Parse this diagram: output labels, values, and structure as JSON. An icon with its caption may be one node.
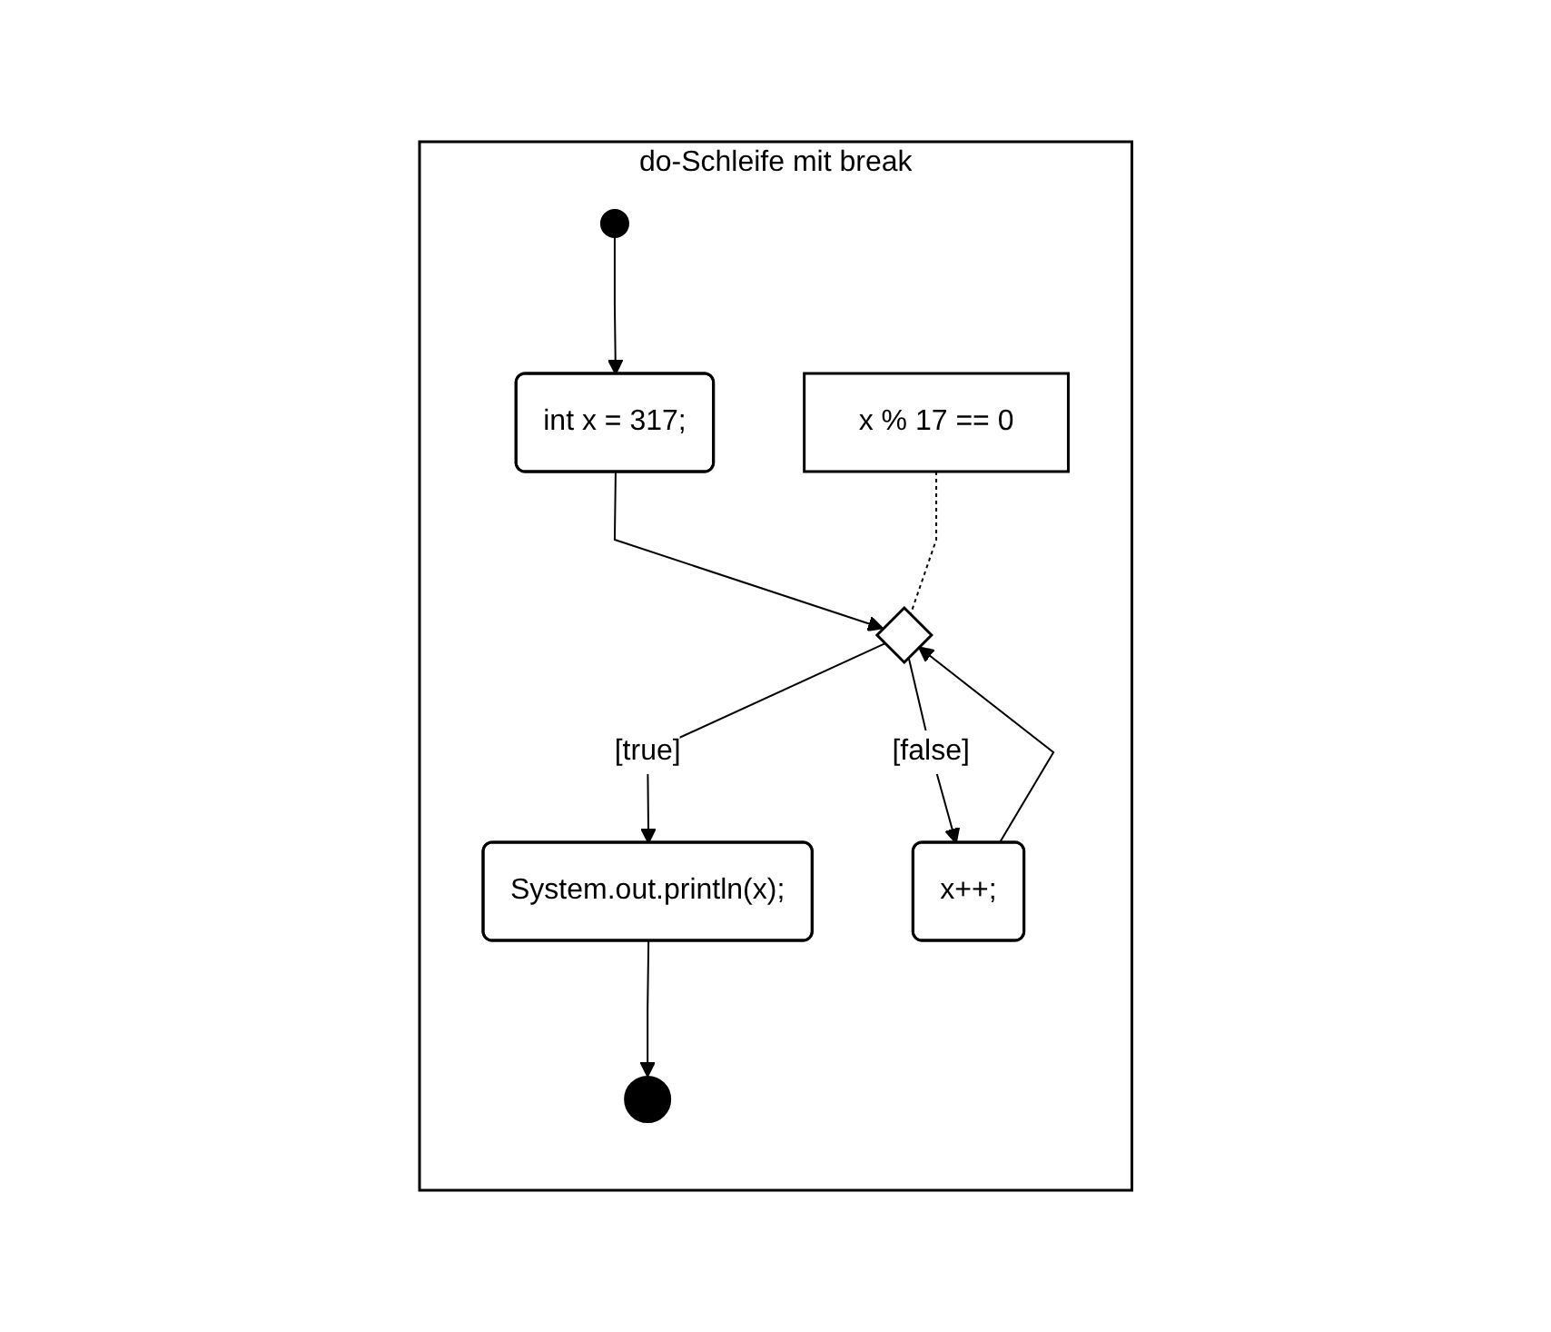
{
  "diagram": {
    "nodes": [
      {
        "text": [
          "do-Schleife mit break"
        ]
      },
      {
        "text": [],
        "shape": "circle",
        "in": 0
      },
      {
        "text": [
          "int x = 317;"
        ],
        "in": 0
      },
      {
        "text": [
          "x % 17 == 0"
        ],
        "in": 0
      },
      {
        "text": [],
        "shape": "diamond",
        "in": 0
      },
      {
        "text": [
          "x++;"
        ],
        "in": 0
      },
      {
        "text": [
          "System.out.println(x);"
        ],
        "in": 0
      },
      {
        "text": [],
        "shape": "circle",
        "in": 0
      }
    ],
    "edges": [
      {
        "from": 1,
        "to": 2,
        "arrow": "to"
      },
      {
        "from": 2,
        "to": 4,
        "arrow": "to"
      },
      {
        "from": 3,
        "to": 4,
        "arrow": "none",
        "style": "dashed"
      },
      {
        "from": 4,
        "to": 6,
        "arrow": "to",
        "label": "[true]"
      },
      {
        "from": 4,
        "to": 5,
        "arrow": "to",
        "label": "[false]"
      },
      {
        "from": 5,
        "to": 4,
        "arrow": "to"
      },
      {
        "from": 6,
        "to": 7,
        "arrow": "to"
      }
    ]
  }
}
